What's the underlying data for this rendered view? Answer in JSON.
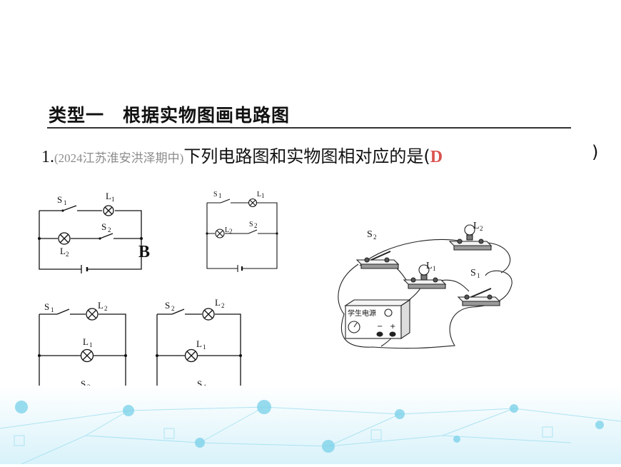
{
  "section": {
    "title": "类型一　根据实物图画电路图"
  },
  "question": {
    "number": "1.",
    "source": "(2024江苏淮安洪泽期中)",
    "text": "下列电路图和实物图相对应的是(",
    "answer": "D",
    "close": ")"
  },
  "option_letters": {
    "b": "B"
  },
  "circuit_labels": {
    "s": "S",
    "l": "L",
    "sub1": "1",
    "sub2": "2"
  },
  "apparatus": {
    "power_supply_label": "学生电源",
    "minus": "−",
    "plus": "+"
  },
  "colors": {
    "answer": "#d9534f",
    "source": "#8c8c8c",
    "decor": "#7fd3ea"
  }
}
